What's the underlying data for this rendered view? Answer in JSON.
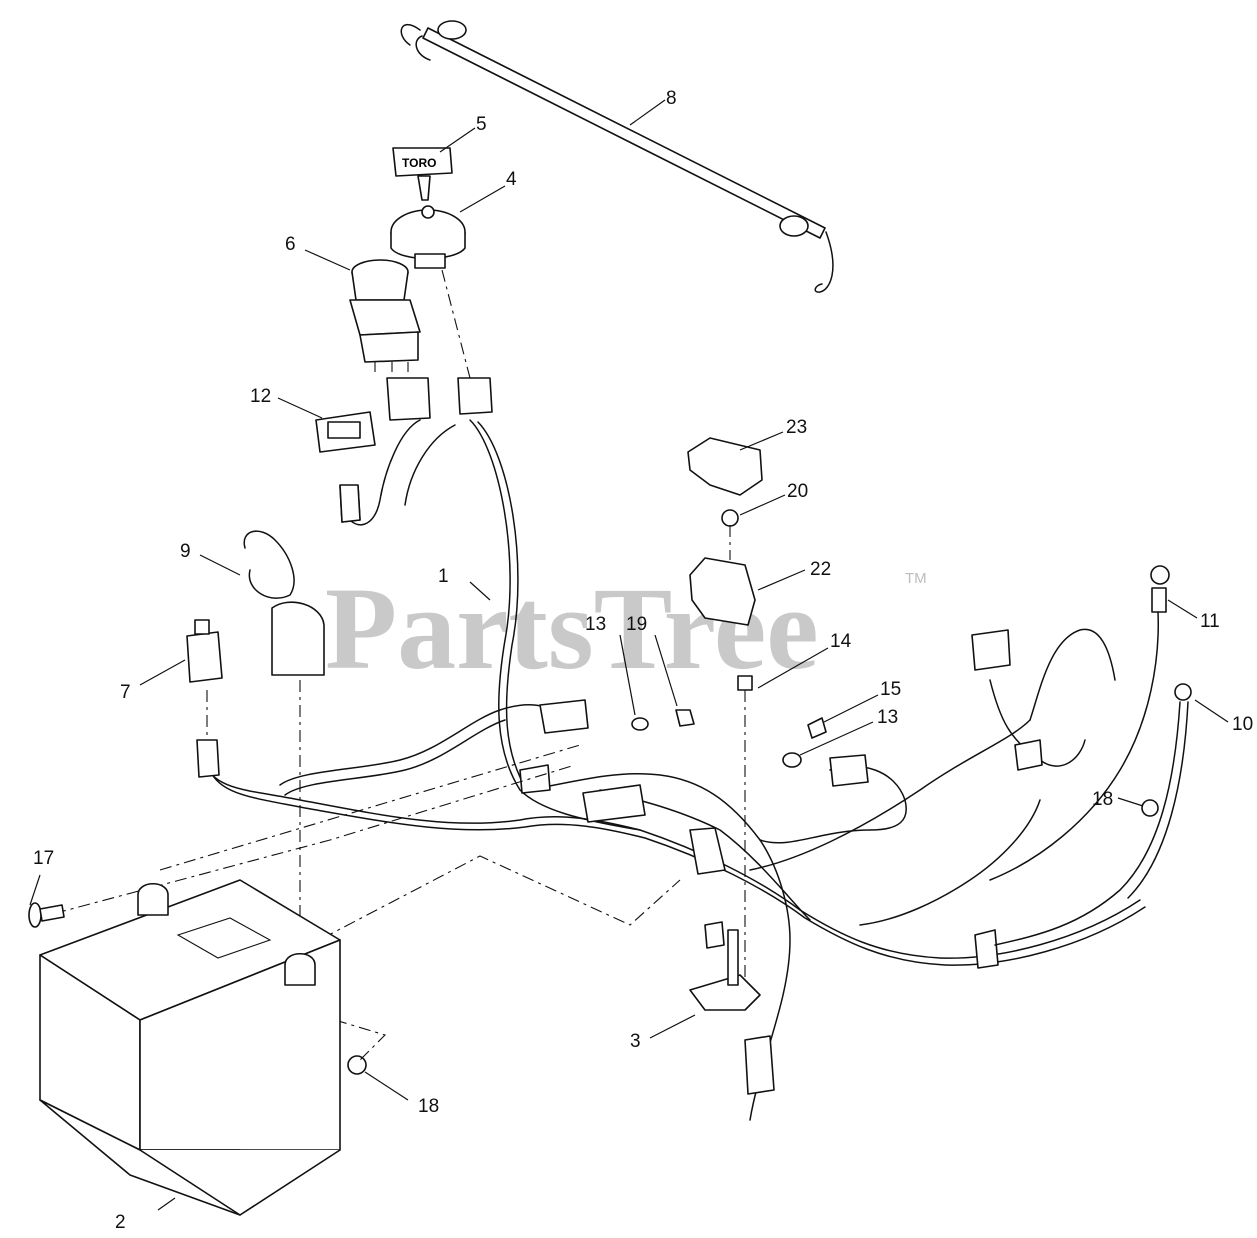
{
  "watermark": {
    "text": "PartsTree",
    "trademark": "TM"
  },
  "key_tag_text": "TORO",
  "callouts": [
    {
      "id": "c1",
      "label": "1"
    },
    {
      "id": "c2",
      "label": "2"
    },
    {
      "id": "c3",
      "label": "3"
    },
    {
      "id": "c4",
      "label": "4"
    },
    {
      "id": "c5",
      "label": "5"
    },
    {
      "id": "c6",
      "label": "6"
    },
    {
      "id": "c7",
      "label": "7"
    },
    {
      "id": "c8",
      "label": "8"
    },
    {
      "id": "c9",
      "label": "9"
    },
    {
      "id": "c10",
      "label": "10"
    },
    {
      "id": "c11",
      "label": "11"
    },
    {
      "id": "c12",
      "label": "12"
    },
    {
      "id": "c13a",
      "label": "13"
    },
    {
      "id": "c13b",
      "label": "13"
    },
    {
      "id": "c14",
      "label": "14"
    },
    {
      "id": "c15",
      "label": "15"
    },
    {
      "id": "c17",
      "label": "17"
    },
    {
      "id": "c18a",
      "label": "18"
    },
    {
      "id": "c18b",
      "label": "18"
    },
    {
      "id": "c19",
      "label": "19"
    },
    {
      "id": "c20",
      "label": "20"
    },
    {
      "id": "c22",
      "label": "22"
    },
    {
      "id": "c23",
      "label": "23"
    }
  ]
}
